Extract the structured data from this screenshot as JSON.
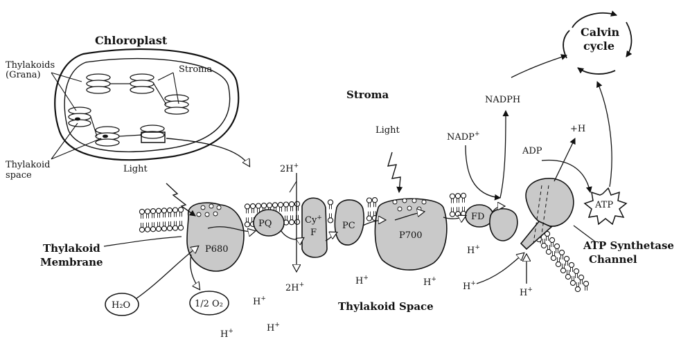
{
  "labels": {
    "chloroplast": "Chloroplast",
    "thylakoids_line1": "Thylakoids",
    "thylakoids_line2": "(Grana)",
    "stroma_small": "Stroma",
    "thylakoid_space_line1": "Thylakoid",
    "thylakoid_space_line2": "space",
    "stroma": "Stroma",
    "light_left": "Light",
    "light_center": "Light",
    "two_h_top": "2H",
    "two_h_bottom": "2H",
    "plus": "+",
    "pq": "PQ",
    "cyt_line1": "Cy",
    "cyt_line2": "F",
    "pc": "PC",
    "p680": "P680",
    "p700": "P700",
    "fd": "FD",
    "nadp": "NADP",
    "nadp_sup": "+",
    "nadph": "NADPH",
    "adp": "ADP",
    "atp": "ATP",
    "plus_h": "+H",
    "calvin_line1": "Calvin",
    "calvin_line2": "cycle",
    "thylakoid_membrane_line1": "Thylakoid",
    "thylakoid_membrane_line2": "Membrane",
    "atp_synthetase_line1": "ATP Synthetase",
    "atp_synthetase_line2": "Channel",
    "h2o": "H₂O",
    "half_o2": "1/2 O₂",
    "thylakoid_space": "Thylakoid Space",
    "h_plus": "H"
  },
  "colors": {
    "protein_fill": "#c9c9c9",
    "line": "#111111"
  }
}
